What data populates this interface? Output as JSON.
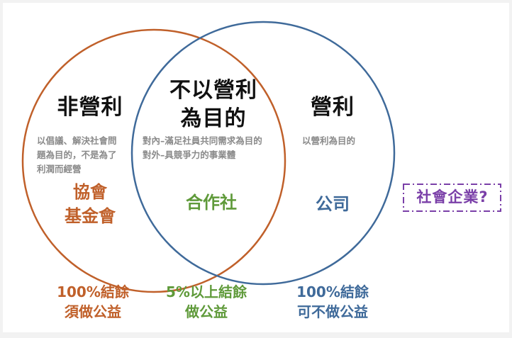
{
  "diagram": {
    "colors": {
      "non_profit": "#c0602a",
      "cooperative": "#5f9a3a",
      "for_profit": "#3f6a9a",
      "social_enterprise": "#7a3fa8"
    },
    "circles": {
      "left_heading": "非營利",
      "middle_heading_line1": "不以營利",
      "middle_heading_line2": "為目的",
      "right_heading": "營利"
    },
    "descriptions": {
      "left_line1": "以倡議、解決社會問",
      "left_line2": "題為目的，不是為了",
      "left_line3": "利潤而經營",
      "middle_line1": "對內–滿足社員共同需求為目的",
      "middle_line2": "對外–具競爭力的事業體",
      "right": "以營利為目的"
    },
    "examples": {
      "left_line1": "協會",
      "left_line2": "基金會",
      "middle": "合作社",
      "right": "公司"
    },
    "social_enterprise": "社會企業?",
    "bottom": {
      "left_line1": "100%結餘",
      "left_line2": "須做公益",
      "middle_line1": "5%以上結餘",
      "middle_line2": "做公益",
      "right_line1": "100%結餘",
      "right_line2": "可不做公益"
    }
  }
}
